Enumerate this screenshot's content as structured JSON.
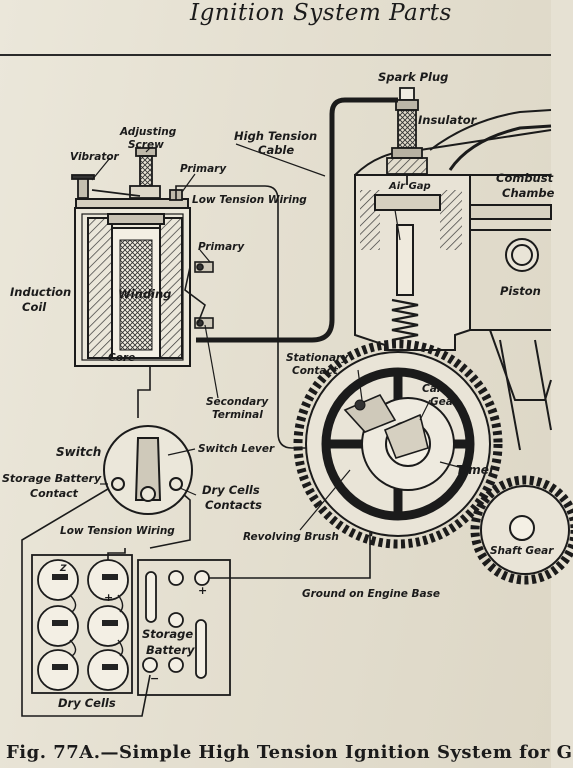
{
  "header": {
    "title": "Ignition System Parts"
  },
  "labels": {
    "spark_plug": "Spark Plug",
    "insulator": "Insulator",
    "high_tension": "High Tension",
    "cable": "Cable",
    "adjusting": "Adjusting",
    "screw": "Screw",
    "vibrator": "Vibrator",
    "primary_top": "Primary",
    "low_tension_top": "Low Tension Wiring",
    "combust": "Combust",
    "chamb": "Chambe",
    "air_gap": "Air Gap",
    "primary_side": "Primary",
    "induction": "Induction",
    "coil": "Coil",
    "winding": "Winding",
    "piston": "Piston",
    "core": "Core",
    "stationary": "Stationary",
    "contact": "Contact",
    "cam": "Cam",
    "gear": "Gear",
    "secondary": "Secondary",
    "terminal": "Terminal",
    "switch": "Switch",
    "switch_lever": "Switch Lever",
    "timer": "Timer",
    "storage_battery": "Storage Battery",
    "contact2": "Contact",
    "dry_cells": "Dry Cells",
    "contacts": "Contacts",
    "low_tension_bottom": "Low Tension Wiring",
    "revolving_brush": "Revolving Brush",
    "shaft_gear": "Shaft Gear",
    "ground": "Ground on Engine Base",
    "storage": "Storage",
    "battery": "Battery",
    "dry_cells_bottom": "Dry Cells",
    "z": "Z",
    "plus1": "+",
    "plus2": "+",
    "minus": "−"
  },
  "caption": "Fig. 77A.—Simple High Tension Ignition System for G"
}
